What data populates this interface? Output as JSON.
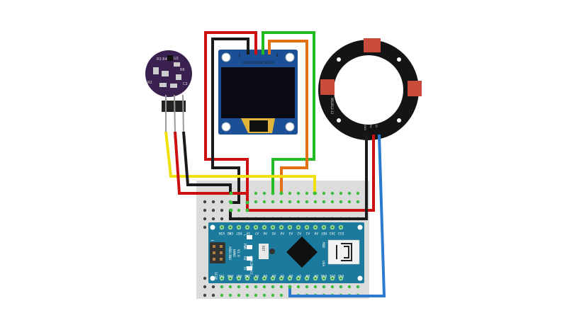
{
  "oled": {
    "pins": [
      "GND",
      "VDD",
      "SCK",
      "SDA"
    ],
    "pin1_mark": "1",
    "pin4_mark": "4"
  },
  "sensor": {
    "labels": [
      "R3 R4",
      "U2",
      "R6",
      "C2",
      "R2"
    ]
  },
  "ring": {
    "label": "WS2812-12",
    "pins": [
      "GND",
      "5V",
      "DI"
    ]
  },
  "nano": {
    "top_pins": [
      "VIN",
      "GND",
      "RST",
      "5V",
      "A7",
      "A6",
      "A5",
      "A4",
      "A3",
      "A2",
      "A1",
      "A0",
      "REF",
      "3V3",
      "D13"
    ],
    "bottom_pins": [
      "TX1",
      "RX0",
      "RST",
      "GND",
      "D2",
      "D3",
      "D4",
      "D5",
      "D6",
      "D7",
      "D8",
      "D9",
      "D10",
      "D11",
      "D12"
    ],
    "name_line1": "ARDUINO",
    "name_line2": "NANO",
    "name_line3": "V3.0",
    "site": "ARDUINO.CC",
    "rst_label": "RST",
    "icsp": "ICSP",
    "icsp_pin1": "1",
    "leds": [
      "L",
      "PWR",
      "RX",
      "TX"
    ],
    "usb_labels": [
      "MOD",
      "USA"
    ]
  },
  "colors": {
    "nano": "#1c7a9c",
    "oled": "#1b4f96",
    "sensor": "#3a2150",
    "ring": "#141414",
    "wire_red": "#cc1010",
    "wire_black": "#1a1a1a",
    "wire_green": "#22bb22",
    "wire_orange": "#e07010",
    "wire_yellow": "#f0e010",
    "wire_blue": "#2a7ad0"
  }
}
